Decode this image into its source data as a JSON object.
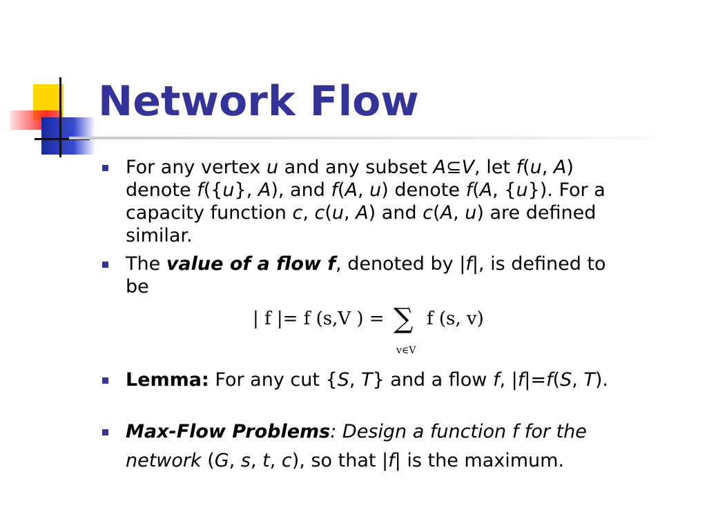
{
  "title": "Network Flow",
  "colors": {
    "title": "#333399",
    "bullet": "#333399"
  },
  "bullets": [
    {
      "id": "definition",
      "l1": [
        "For any vertex ",
        "u",
        " and any subset ",
        "A",
        "⊆",
        "V",
        ", let ",
        "f",
        "(",
        "u",
        ", ",
        "A",
        ")"
      ],
      "l2": [
        "denote ",
        "f",
        "({",
        "u",
        "}, ",
        "A",
        "), and ",
        "f",
        "(",
        "A",
        ", ",
        "u",
        ") denote ",
        "f",
        "(",
        "A",
        ", {",
        "u",
        "}). For a"
      ],
      "l3": [
        "capacity function ",
        "c",
        ", ",
        "c",
        "(",
        "u",
        ", ",
        "A",
        ") and ",
        "c",
        "(",
        "A",
        ", ",
        "u",
        ") are defined"
      ],
      "l4": [
        "similar."
      ]
    },
    {
      "id": "value",
      "l1": [
        "The ",
        "value of a flow f",
        ", denoted by |",
        "f",
        "|, is defined to"
      ],
      "l2": [
        "be"
      ]
    },
    {
      "id": "lemma",
      "l1": [
        "Lemma:",
        " For any cut {",
        "S",
        ", ",
        "T",
        "} and a flow ",
        "f",
        ", |",
        "f",
        "|=",
        "f",
        "(",
        "S",
        ", ",
        "T",
        ")."
      ]
    },
    {
      "id": "maxflow",
      "l1": [
        "Max-Flow Problems",
        ": Design a function f for the"
      ],
      "l2": [
        "network",
        " (",
        "G",
        ", ",
        "s",
        ", ",
        "t",
        ", ",
        "c",
        "), so that |",
        "f",
        "| is the maximum."
      ]
    }
  ],
  "formula": {
    "lhs": "| f |= f (s,V ) =",
    "sum": "∑",
    "sub": "v∈V",
    "rhs": "f (s, v)"
  }
}
